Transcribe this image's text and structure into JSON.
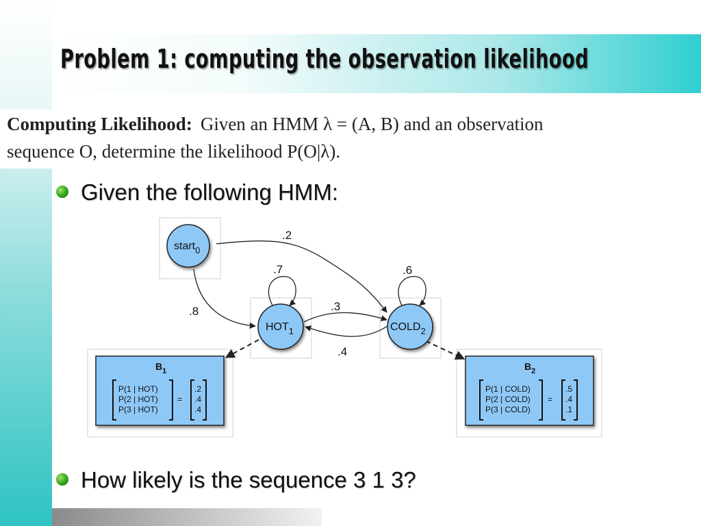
{
  "slide": {
    "title": "Problem 1: computing the observation likelihood",
    "definition": {
      "term": "Computing Likelihood:",
      "line1_text": "Given an HMM λ = (A, B) and an observation",
      "line2_text": "sequence O, determine the likelihood P(O|λ)."
    },
    "bullets": [
      "Given the following HMM:",
      "How likely is the sequence 3 1 3?"
    ]
  },
  "hmm": {
    "states": {
      "start": {
        "label": "start",
        "sub": "0"
      },
      "hot": {
        "label": "HOT",
        "sub": "1"
      },
      "cold": {
        "label": "COLD",
        "sub": "2"
      }
    },
    "transitions": {
      "start_hot": ".8",
      "start_cold": ".2",
      "hot_hot": ".7",
      "cold_cold": ".6",
      "hot_cold": ".3",
      "cold_hot": ".4"
    },
    "emissions": {
      "b1": {
        "label": "B",
        "sub": "1",
        "rows": [
          "P(1 | HOT)",
          "P(2 | HOT)",
          "P(3 | HOT)"
        ],
        "eq": "=",
        "values": [
          ".2",
          ".4",
          ".4"
        ]
      },
      "b2": {
        "label": "B",
        "sub": "2",
        "rows": [
          "P(1 | COLD)",
          "P(2 | COLD)",
          "P(3 | COLD)"
        ],
        "eq": "=",
        "values": [
          ".5",
          ".4",
          ".1"
        ]
      }
    },
    "colors": {
      "node_fill": "#8ec8f7",
      "box_fill": "#8ec8f7",
      "stroke": "#222222",
      "bullet": "#2fa316",
      "accent": "#2fcfd0"
    }
  }
}
